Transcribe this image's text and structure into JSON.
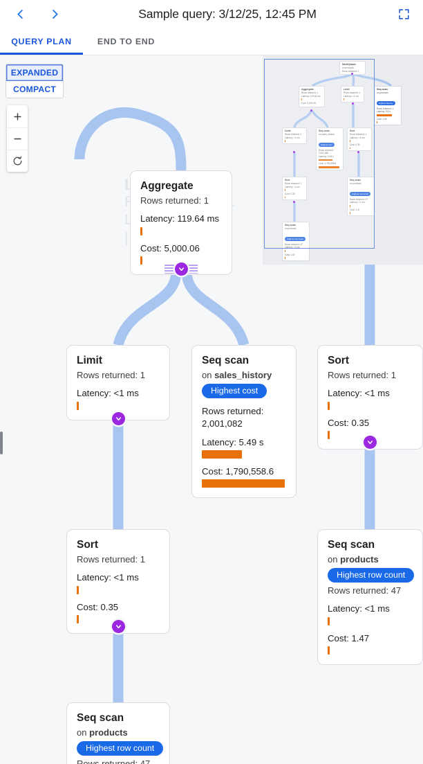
{
  "header": {
    "title": "Sample query: 3/12/25, 12:45 PM",
    "prev_icon": "chevron-left-icon",
    "next_icon": "chevron-right-icon",
    "fullscreen_icon": "fullscreen-icon"
  },
  "tabs": [
    {
      "label": "QUERY PLAN",
      "active": true
    },
    {
      "label": "END TO END",
      "active": false
    }
  ],
  "controls": {
    "mode_options": [
      {
        "label": "EXPANDED",
        "selected": true
      },
      {
        "label": "COMPACT",
        "selected": false
      }
    ],
    "zoom_in": "+",
    "zoom_out": "−",
    "reset_icon": "reset-rotate-icon"
  },
  "ghost_nodes": {
    "modifytable_title": "Modifytable",
    "modifytable_sub": "on products",
    "modifytable_rows": "Rows returned",
    "limit_title": "Limit",
    "limit_rows": "Rows returned: 1",
    "limit_latency": "Latency: <1 ms",
    "limit_bar": "|"
  },
  "nodes": [
    {
      "id": "aggregate",
      "title": "Aggregate",
      "relation": null,
      "badge": null,
      "rows": "Rows returned: 1",
      "latency": "Latency: 119.64 ms",
      "latency_bar_width": 3,
      "cost": "Cost: 5,000.06",
      "cost_bar_width": 3
    },
    {
      "id": "limit",
      "title": "Limit",
      "relation": null,
      "badge": null,
      "rows": "Rows returned: 1",
      "latency": "Latency: <1 ms",
      "latency_bar_width": 3,
      "cost": null,
      "cost_bar_width": 0
    },
    {
      "id": "seqscan-sales",
      "title": "Seq scan",
      "relation_prefix": "on ",
      "relation": "sales_history",
      "badge": "Highest cost",
      "rows": "Rows returned: 2,001,082",
      "latency": "Latency: 5.49 s",
      "latency_bar_width": 58,
      "cost": "Cost: 1,790,558.6",
      "cost_bar_width": 120
    },
    {
      "id": "sort-right",
      "title": "Sort",
      "relation": null,
      "badge": null,
      "rows": "Rows returned: 1",
      "latency": "Latency: <1 ms",
      "latency_bar_width": 3,
      "cost": "Cost: 0.35",
      "cost_bar_width": 3
    },
    {
      "id": "sort-left",
      "title": "Sort",
      "relation": null,
      "badge": null,
      "rows": "Rows returned: 1",
      "latency": "Latency: <1 ms",
      "latency_bar_width": 3,
      "cost": "Cost: 0.35",
      "cost_bar_width": 3
    },
    {
      "id": "seqscan-prod-right",
      "title": "Seq scan",
      "relation_prefix": "on ",
      "relation": "products",
      "badge": "Highest row count",
      "rows": "Rows returned: 47",
      "latency": "Latency: <1 ms",
      "latency_bar_width": 3,
      "cost": "Cost: 1.47",
      "cost_bar_width": 3
    },
    {
      "id": "seqscan-prod-bottom",
      "title": "Seq scan",
      "relation_prefix": "on ",
      "relation": "products",
      "badge": "Highest row count",
      "rows": "Rows returned: 47",
      "latency": null,
      "latency_bar_width": 0,
      "cost": null,
      "cost_bar_width": 0
    }
  ],
  "minimap": {
    "nodes": [
      {
        "title": "Modifytable",
        "sub": "on products",
        "rows": "Rows returned: 1",
        "badge": null,
        "latency": null,
        "cost": null
      },
      {
        "title": "Aggregate",
        "sub": null,
        "rows": "Rows returned: 1",
        "badge": null,
        "latency": "Latency: 119.64 ms",
        "cost": "Cost: 5,000.06"
      },
      {
        "title": "Limit",
        "sub": null,
        "rows": "Rows returned: 1",
        "badge": null,
        "latency": "Latency: <1 ms",
        "cost": null
      },
      {
        "title": "Seq scan",
        "sub": "on products",
        "rows": "Rows returned: 1",
        "badge": "Highest latency",
        "latency": "Latency: 5.8 s",
        "cost": "Cost: 1.50"
      },
      {
        "title": "Limit",
        "sub": null,
        "rows": "Rows returned: 1",
        "badge": null,
        "latency": "Latency: <1 ms",
        "cost": null
      },
      {
        "title": "Seq scan",
        "sub": "on sales_history",
        "rows": "Rows returned: 2,001,082",
        "badge": "Highest cost",
        "latency": "Latency: 5.49 s",
        "cost": "Cost: 1,790,558.6"
      },
      {
        "title": "Sort",
        "sub": null,
        "rows": "Rows returned: 1",
        "badge": null,
        "latency": "Latency: <1 ms",
        "cost": "Cost: 0.35"
      },
      {
        "title": "Sort",
        "sub": null,
        "rows": "Rows returned: 1",
        "badge": null,
        "latency": "Latency: <1 ms",
        "cost": "Cost: 0.35"
      },
      {
        "title": "Seq scan",
        "sub": "on products",
        "rows": "Rows returned: 47",
        "badge": "Highest row count",
        "latency": "Latency: <1 ms",
        "cost": "Cost: 1.47"
      },
      {
        "title": "Seq scan",
        "sub": "on products",
        "rows": "Rows returned: 47",
        "badge": "Highest row count",
        "latency": "Latency: <1 ms",
        "cost": "Cost: 1.47"
      }
    ]
  },
  "colors": {
    "accent_blue": "#1a56db",
    "badge_blue": "#1a6ae8",
    "bar_orange": "#e8700a",
    "edge_blue": "#a8c5f0",
    "collapse_purple": "#9b27e0",
    "canvas_bg": "#f6f7f9"
  }
}
